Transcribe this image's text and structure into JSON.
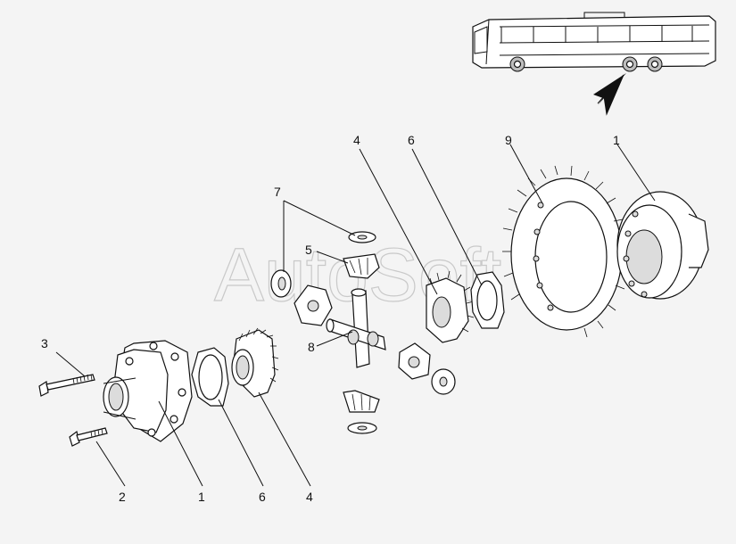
{
  "watermark": "AutoSoft",
  "callouts": [
    {
      "id": "c1",
      "label": "1"
    },
    {
      "id": "c2",
      "label": "2"
    },
    {
      "id": "c3",
      "label": "3"
    },
    {
      "id": "c4",
      "label": "4"
    },
    {
      "id": "c5",
      "label": "5"
    },
    {
      "id": "c6",
      "label": "6"
    },
    {
      "id": "c7",
      "label": "7"
    },
    {
      "id": "c8",
      "label": "8"
    },
    {
      "id": "c9",
      "label": "9"
    }
  ],
  "icons": {
    "vehicle": "bus-icon",
    "locator": "arrow-pointer-icon"
  }
}
